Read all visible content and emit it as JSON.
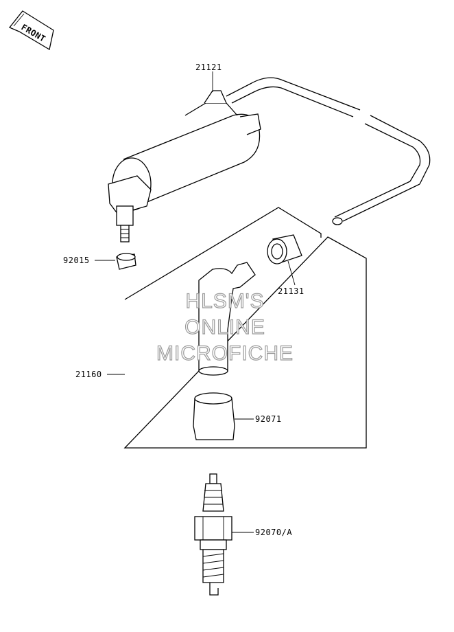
{
  "orientation_badge": {
    "text": "FRONT"
  },
  "parts": {
    "ignition_coil": {
      "number": "21121"
    },
    "nut": {
      "number": "92015"
    },
    "cap_assembly_ring": {
      "number": "21131"
    },
    "plug_cap_assembly": {
      "number": "21160"
    },
    "cap_boot": {
      "number": "92071"
    },
    "spark_plug": {
      "number": "92070/A"
    }
  },
  "watermark": {
    "line1": "HLSM'S",
    "line2": "ONLINE",
    "line3": "MICROFICHE"
  }
}
